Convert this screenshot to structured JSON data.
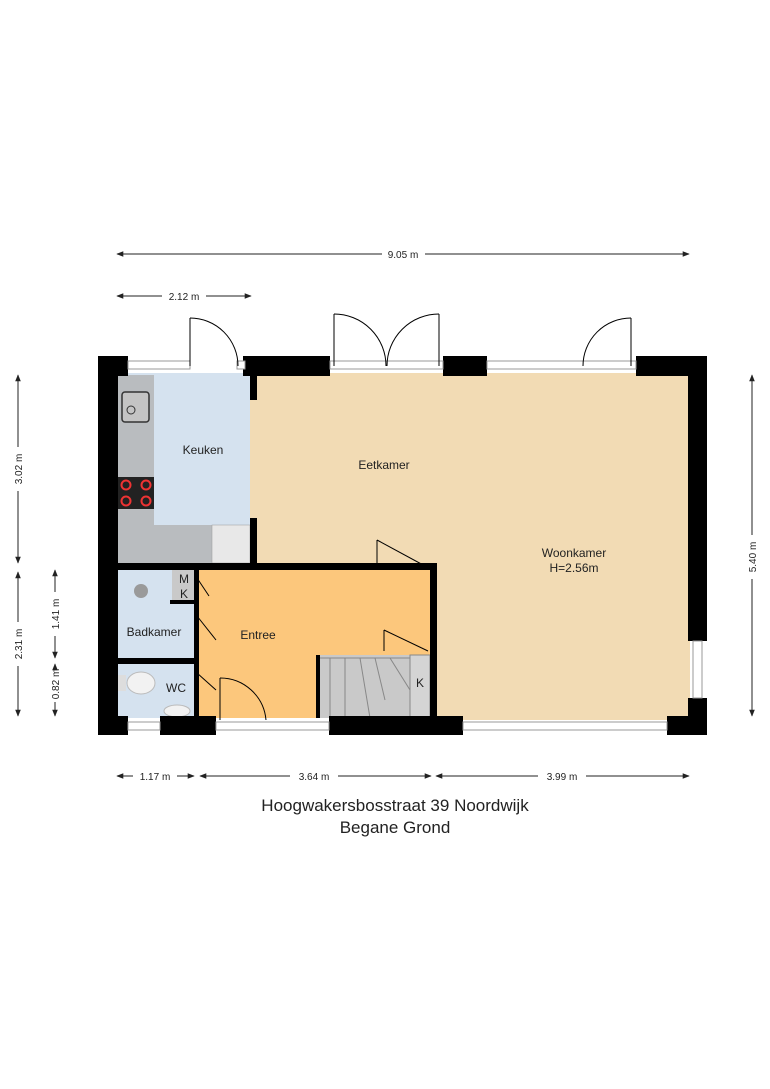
{
  "caption": {
    "address": "Hoogwakersbosstraat 39 Noordwijk",
    "floor": "Begane Grond"
  },
  "rooms": {
    "keuken": "Keuken",
    "eetkamer": "Eetkamer",
    "woonkamer": "Woonkamer",
    "woonkamer_height": "H=2.56m",
    "entree": "Entree",
    "badkamer": "Badkamer",
    "wc": "WC",
    "mk_m": "M",
    "mk_k": "K",
    "stair_k": "K"
  },
  "dimensions": {
    "top_total": "9.05 m",
    "top_partial": "2.12 m",
    "left_upper": "3.02 m",
    "left_lower": "2.31 m",
    "inner_upper": "1.41 m",
    "inner_lower": "0.82 m",
    "right": "5.40 m",
    "bottom_1": "1.17 m",
    "bottom_2": "3.64 m",
    "bottom_3": "3.99 m"
  },
  "colors": {
    "wall": "#000000",
    "living": "#f2dbb4",
    "kitchen": "#d5e2ef",
    "wet_rooms": "#d5e2ef",
    "entrance": "#fcc77c",
    "stairs": "#c9c9c9"
  }
}
